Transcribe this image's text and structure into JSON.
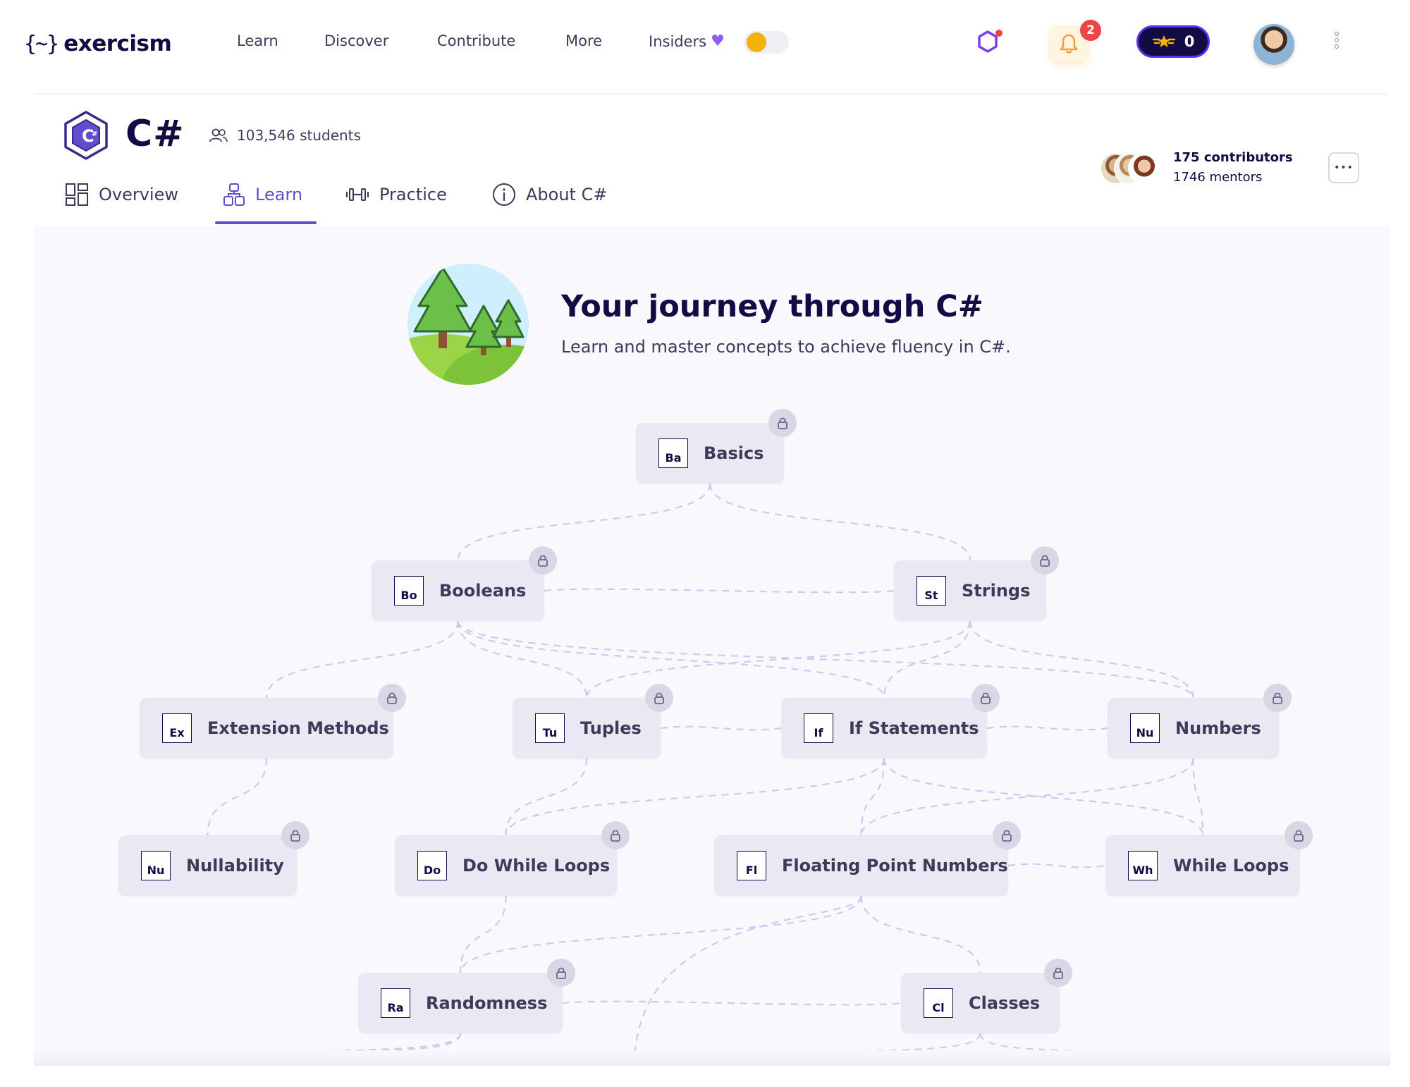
{
  "nav": {
    "logo_text": "exercism",
    "logo_brace": "{~}",
    "links": [
      "Learn",
      "Discover",
      "Contribute",
      "More",
      "Insiders"
    ],
    "notification_count": "2",
    "reputation": "0"
  },
  "track": {
    "name": "C#",
    "students": "103,546 students",
    "tabs": [
      "Overview",
      "Learn",
      "Practice",
      "About C#"
    ],
    "active_tab": "Learn",
    "contributors": "175 contributors",
    "mentors": "1746 mentors"
  },
  "journey": {
    "title": "Your journey through C#",
    "subtitle": "Learn and master concepts to achieve fluency in C#."
  },
  "concepts": [
    {
      "abbr": "Ba",
      "label": "Basics",
      "locked": true
    },
    {
      "abbr": "Bo",
      "label": "Booleans",
      "locked": true
    },
    {
      "abbr": "St",
      "label": "Strings",
      "locked": true
    },
    {
      "abbr": "Ex",
      "label": "Extension Methods",
      "locked": true
    },
    {
      "abbr": "Tu",
      "label": "Tuples",
      "locked": true
    },
    {
      "abbr": "If",
      "label": "If Statements",
      "locked": true
    },
    {
      "abbr": "Nu",
      "label": "Numbers",
      "locked": true
    },
    {
      "abbr": "Nu",
      "label": "Nullability",
      "locked": true
    },
    {
      "abbr": "Do",
      "label": "Do While Loops",
      "locked": true
    },
    {
      "abbr": "Fl",
      "label": "Floating Point Numbers",
      "locked": true
    },
    {
      "abbr": "Wh",
      "label": "While Loops",
      "locked": true
    },
    {
      "abbr": "Ra",
      "label": "Randomness",
      "locked": true
    },
    {
      "abbr": "Cl",
      "label": "Classes",
      "locked": true
    }
  ],
  "colors": {
    "brand": "#130b43",
    "accent": "#604fcd",
    "node_bg": "#e9e9f3",
    "edge": "#c9cdee",
    "page_bg": "#f8f8fd"
  }
}
